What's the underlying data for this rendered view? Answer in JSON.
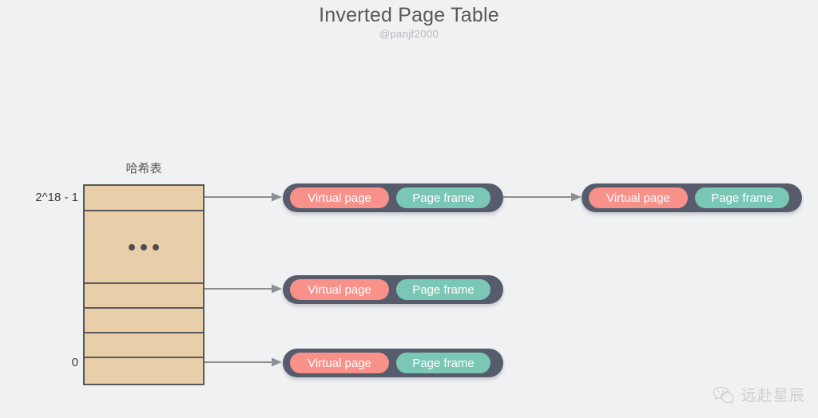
{
  "title": {
    "heading": "Inverted Page Table",
    "subtitle": "@panjf2000"
  },
  "hash_table": {
    "label": "哈希表",
    "index_top": "2^18 - 1",
    "index_bottom": "0",
    "ellipsis": "•••",
    "cell_count": 6,
    "colors": {
      "fill": "#e9cfa9",
      "border": "#595959"
    }
  },
  "entries": [
    {
      "row": "top",
      "nodes": [
        {
          "virtual_page": "Virtual page",
          "page_frame": "Page frame"
        },
        {
          "virtual_page": "Virtual page",
          "page_frame": "Page frame"
        }
      ]
    },
    {
      "row": "middle",
      "nodes": [
        {
          "virtual_page": "Virtual page",
          "page_frame": "Page frame"
        }
      ]
    },
    {
      "row": "bottom",
      "nodes": [
        {
          "virtual_page": "Virtual page",
          "page_frame": "Page frame"
        }
      ]
    }
  ],
  "colors": {
    "background": "#f0f1f3",
    "capsule": "#565c6b",
    "virtual_page": "#f8918a",
    "page_frame": "#7ac7b6",
    "arrow": "#8d8f94",
    "title_text": "#595959",
    "subtitle_text": "#b5b8bd"
  },
  "watermark": {
    "text": "远赴星辰",
    "icon": "wechat-icon"
  }
}
